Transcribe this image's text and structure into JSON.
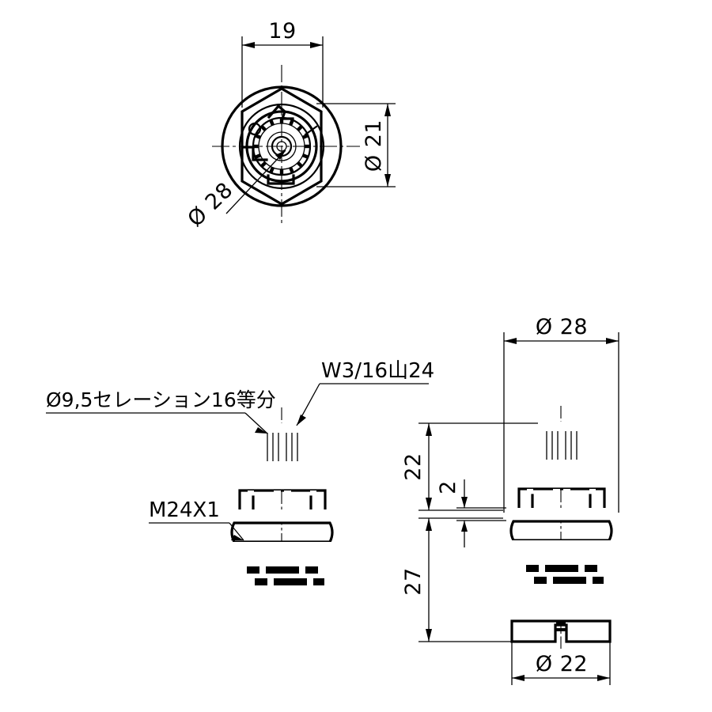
{
  "drawing": {
    "title": "Valve Cartridge Technical Drawing",
    "line_color": "#000000",
    "background_color": "#ffffff",
    "views": [
      {
        "name": "top-view",
        "label": ""
      },
      {
        "name": "front-view",
        "label": ""
      },
      {
        "name": "side-view",
        "label": ""
      }
    ]
  },
  "top_view": {
    "dim_width": "19",
    "dim_diameter_outer": "Ø 21",
    "dim_diameter_flange": "Ø 28"
  },
  "front_view": {
    "note_serration": "Ø9,5セレーション16等分",
    "note_thread_top": "W3/16山24",
    "note_thread_body": "M24X1"
  },
  "side_view": {
    "dim_top_diameter": "Ø 28",
    "dim_upper_height": "22",
    "dim_flange_thickness": "2",
    "dim_lower_height": "27",
    "dim_bottom_diameter": "Ø 22"
  }
}
